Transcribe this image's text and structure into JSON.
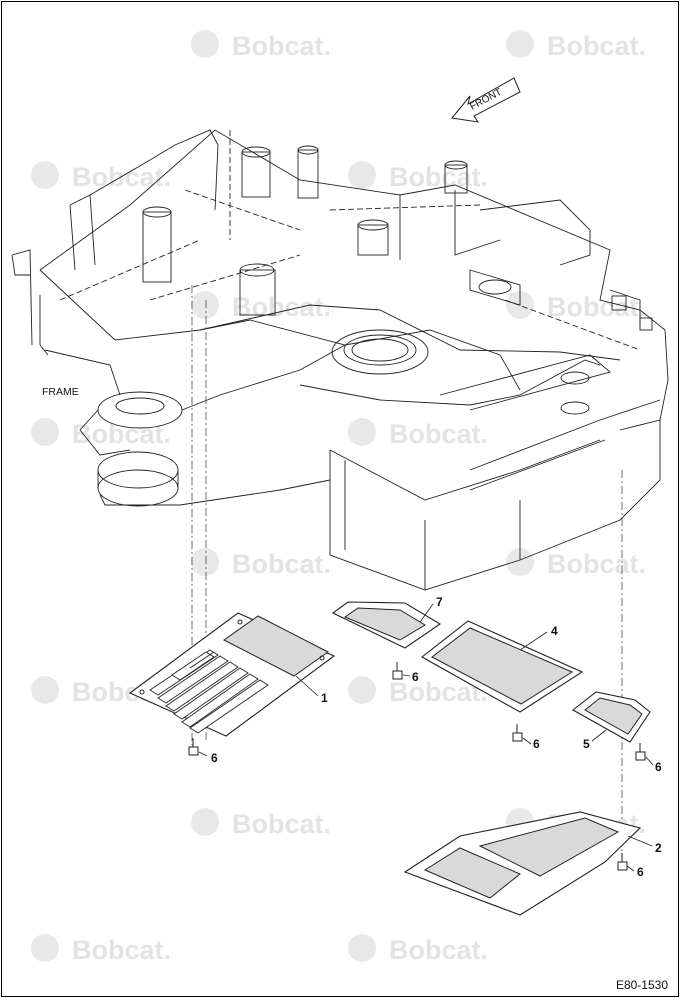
{
  "watermark": {
    "brand": "Bobcat."
  },
  "frame_label": "FRAME",
  "front_label": "FRONT",
  "drawing_code": "E80-1530",
  "callouts": {
    "c1": "1",
    "c2": "2",
    "c4": "4",
    "c5": "5",
    "c7": "7",
    "c6a": "6",
    "c6b": "6",
    "c6c": "6",
    "c6d": "6",
    "c6e": "6"
  },
  "colors": {
    "line": "#222222",
    "watermark": "#e3e3e3",
    "panel_fill": "#d9d9d9"
  }
}
